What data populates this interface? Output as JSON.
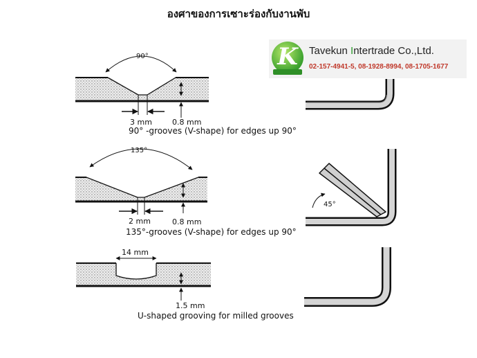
{
  "title": "องศาของการเซาะร่องกับงานพับ",
  "logo": {
    "letter": "K",
    "company_prefix": "Tavekun ",
    "company_accent": "I",
    "company_suffix": "ntertrade Co.,Ltd.",
    "phones": "02-157-4941-5, 08-1928-8994, 08-1705-1677",
    "accent_color": "#2b9a2b",
    "phone_color": "#c0392b"
  },
  "diagram_1": {
    "angle": "90°",
    "width": "3 mm",
    "depth": "0.8 mm",
    "caption": "90° -grooves (V-shape) for edges up 90°"
  },
  "diagram_2": {
    "angle": "135°",
    "width": "2 mm",
    "depth": "0.8 mm",
    "fold_angle": "45°",
    "caption": "135°-grooves (V-shape) for edges up 90°"
  },
  "diagram_3": {
    "width": "14 mm",
    "depth": "1.5 mm",
    "caption": "U-shaped grooving for milled grooves"
  }
}
